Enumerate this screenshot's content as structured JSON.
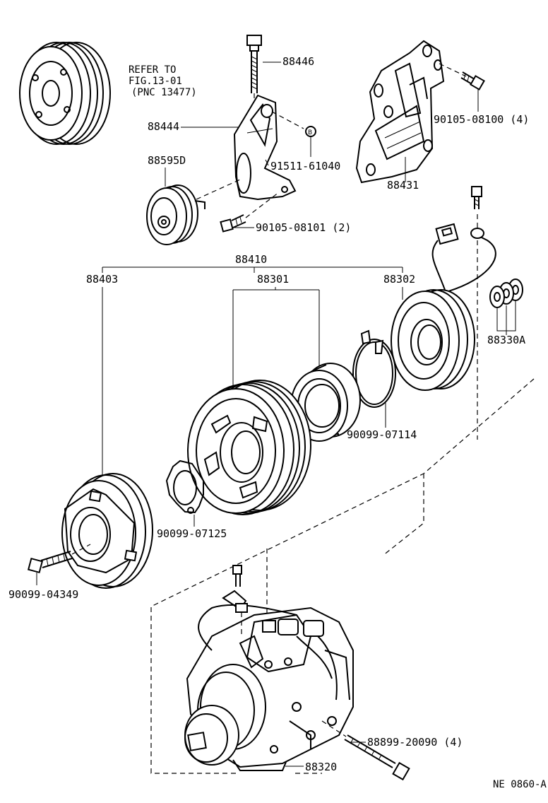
{
  "diagram": {
    "reference_note": {
      "line1": "REFER TO",
      "line2": "FIG.13-01",
      "line3": "(PNC 13477)"
    },
    "labels": {
      "bolt_top": "88446",
      "bracket_arm": "88444",
      "nut_b": "91511-61040",
      "idler_pulley": "88595D",
      "bolt_idler": "90105-08101 (2)",
      "main_bracket": "88431",
      "bolt_bracket": "90105-08100 (4)",
      "clutch_assy": "88410",
      "pressure_plate": "88403",
      "pulley": "88301",
      "stator": "88302",
      "shim_set": "88330A",
      "snap_ring_bearing": "90099-07114",
      "snap_ring_plate": "90099-07125",
      "bolt_plate": "90099-04349",
      "compressor": "88320",
      "stud_bolt": "88899-20090 (4)"
    },
    "figure_code": "NE 0860-A"
  }
}
